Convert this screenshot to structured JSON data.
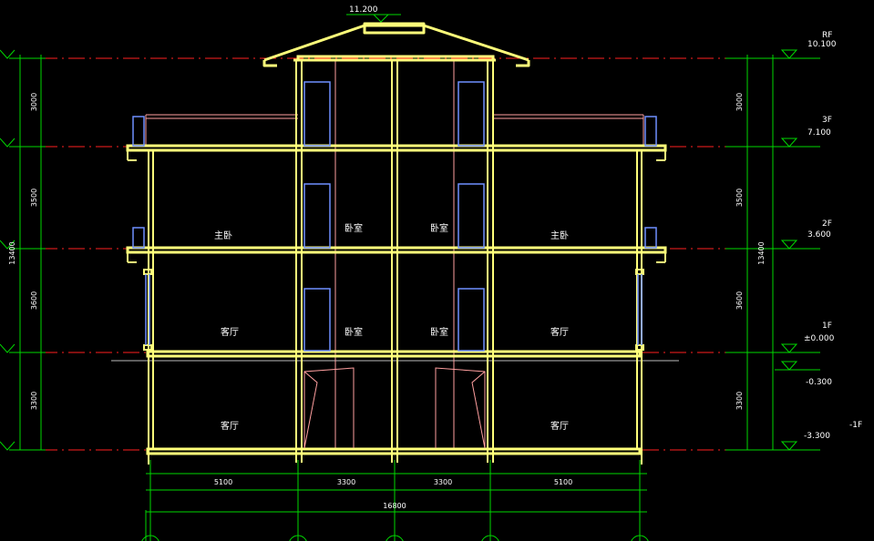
{
  "colors": {
    "background": "#000000",
    "wall": "#ffff7a",
    "axis_red": "#ff1f1f",
    "dimension": "#00d800",
    "window": "#6f8fff",
    "door": "#ff9f9f",
    "text": "#ffffff"
  },
  "roof_elevation": "11.200",
  "levels": [
    {
      "name": "RF",
      "elevation": "10.100"
    },
    {
      "name": "3F",
      "elevation": "7.100"
    },
    {
      "name": "2F",
      "elevation": "3.600"
    },
    {
      "name": "1F",
      "elevation": "±0.000"
    },
    {
      "name": "",
      "elevation": "-0.300"
    },
    {
      "name": "-1F",
      "elevation": "-3.300"
    }
  ],
  "vertical_dims": [
    "3000",
    "3500",
    "3600",
    "3300"
  ],
  "vertical_total": "13400",
  "horizontal_dims": [
    "5100",
    "3300",
    "3300",
    "5100"
  ],
  "horizontal_total": "16800",
  "rooms": {
    "f2": [
      "主卧",
      "卧室",
      "卧室",
      "主卧"
    ],
    "f1": [
      "客厅",
      "卧室",
      "卧室",
      "客厅"
    ],
    "b1": [
      "客厅",
      "客厅"
    ]
  }
}
